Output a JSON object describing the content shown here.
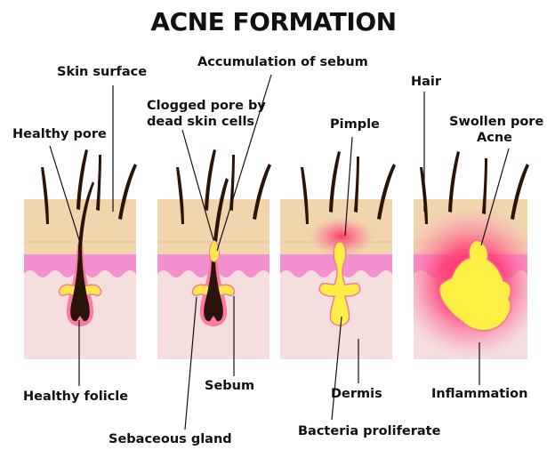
{
  "title": "ACNE FORMATION",
  "labels": {
    "skin_surface": "Skin surface",
    "accumulation_of_sebum": "Accumulation of sebum",
    "hair": "Hair",
    "healthy_pore": "Healthy pore",
    "clogged_pore_line1": "Clogged pore by",
    "clogged_pore_line2": "dead skin cells",
    "pimple": "Pimple",
    "swollen_pore_line1": "Swollen pore",
    "swollen_pore_line2": "Acne",
    "healthy_follicle": "Healthy folicle",
    "sebum": "Sebum",
    "dermis": "Dermis",
    "inflammation": "Inflammation",
    "sebaceous_gland": "Sebaceous gland",
    "bacteria_proliferate": "Bacteria proliferate"
  },
  "colors": {
    "epidermis": "#f1d5ad",
    "pink_layer": "#f48fd0",
    "dermis": "#f4dede",
    "sebum": "#fff23f",
    "hair": "#2a1308",
    "inflammation": "#ff2a66"
  }
}
